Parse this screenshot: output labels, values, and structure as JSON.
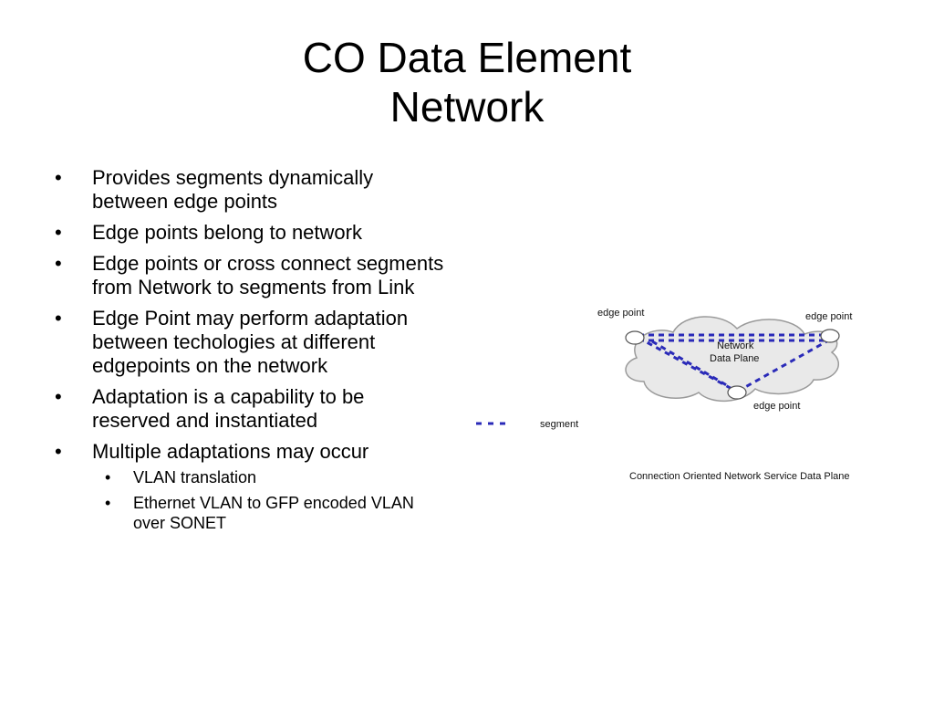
{
  "slide": {
    "title_line1": "CO Data Element",
    "title_line2": "Network"
  },
  "bullets": [
    "Provides segments dynamically between edge points",
    "Edge points belong to network",
    "Edge points or cross connect segments from Network to segments from Link",
    "Edge Point may perform adaptation between techologies at different edgepoints on the network",
    "Adaptation is a capability to be reserved and instantiated",
    "Multiple adaptations may occur"
  ],
  "sub_bullets": [
    "VLAN translation",
    "Ethernet VLAN to GFP encoded VLAN over SONET"
  ],
  "diagram": {
    "edge_point_left": "edge point",
    "edge_point_right": "edge point",
    "edge_point_bottom": "edge point",
    "cloud_label_line1": "Network",
    "cloud_label_line2": "Data Plane",
    "legend_label": "segment",
    "caption": "Connection Oriented Network Service Data Plane",
    "segment_color": "#2a2ab8"
  }
}
